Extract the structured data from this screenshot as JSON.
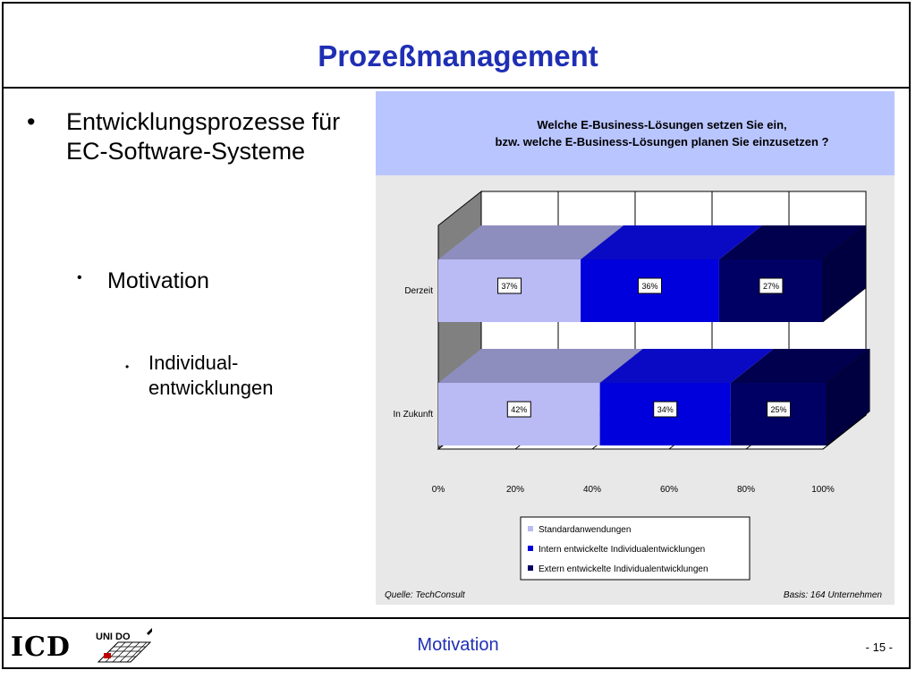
{
  "slide": {
    "title": "Prozeßmanagement",
    "bullets": {
      "level1": "Entwicklungsprozesse für EC-Software-Systeme",
      "level2": "Motivation",
      "level3": "Individual-entwicklungen"
    },
    "footer": {
      "logo_left": "ICD",
      "logo_right": "UNI DO",
      "caption": "Motivation",
      "page": "- 15 -"
    }
  },
  "chart_data": {
    "type": "bar",
    "orientation": "horizontal",
    "stacked": true,
    "three_d": true,
    "title_line1": "Welche E-Business-Lösungen setzen Sie ein,",
    "title_line2": "bzw. welche E-Business-Lösungen planen Sie einzusetzen ?",
    "categories": [
      "Derzeit",
      "In Zukunft"
    ],
    "series": [
      {
        "name": "Standardanwendungen",
        "values": [
          37,
          42
        ],
        "labels": [
          "37%",
          "42%"
        ]
      },
      {
        "name": "Intern entwickelte Individualentwicklungen",
        "values": [
          36,
          34
        ],
        "labels": [
          "36%",
          "34%"
        ]
      },
      {
        "name": "Extern entwickelte Individualentwicklungen",
        "values": [
          27,
          25
        ],
        "labels": [
          "27%",
          "25%"
        ]
      }
    ],
    "x_ticks": [
      "0%",
      "20%",
      "40%",
      "60%",
      "80%",
      "100%"
    ],
    "xlim": [
      0,
      100
    ],
    "source_left": "Quelle: TechConsult",
    "source_right": "Basis: 164 Unternehmen",
    "legend_position": "bottom-center",
    "colors": {
      "series": [
        "#babaf4",
        "#0000dc",
        "#000064"
      ],
      "series_top": [
        "#8d8dbe",
        "#0a0ac4",
        "#00004e"
      ],
      "series_side": [
        "#8a8aba",
        "#00009e",
        "#000040"
      ],
      "title_bg": "#b9c5ff",
      "panel_bg": "#e8e8e8",
      "wall_left": "#808080"
    }
  }
}
